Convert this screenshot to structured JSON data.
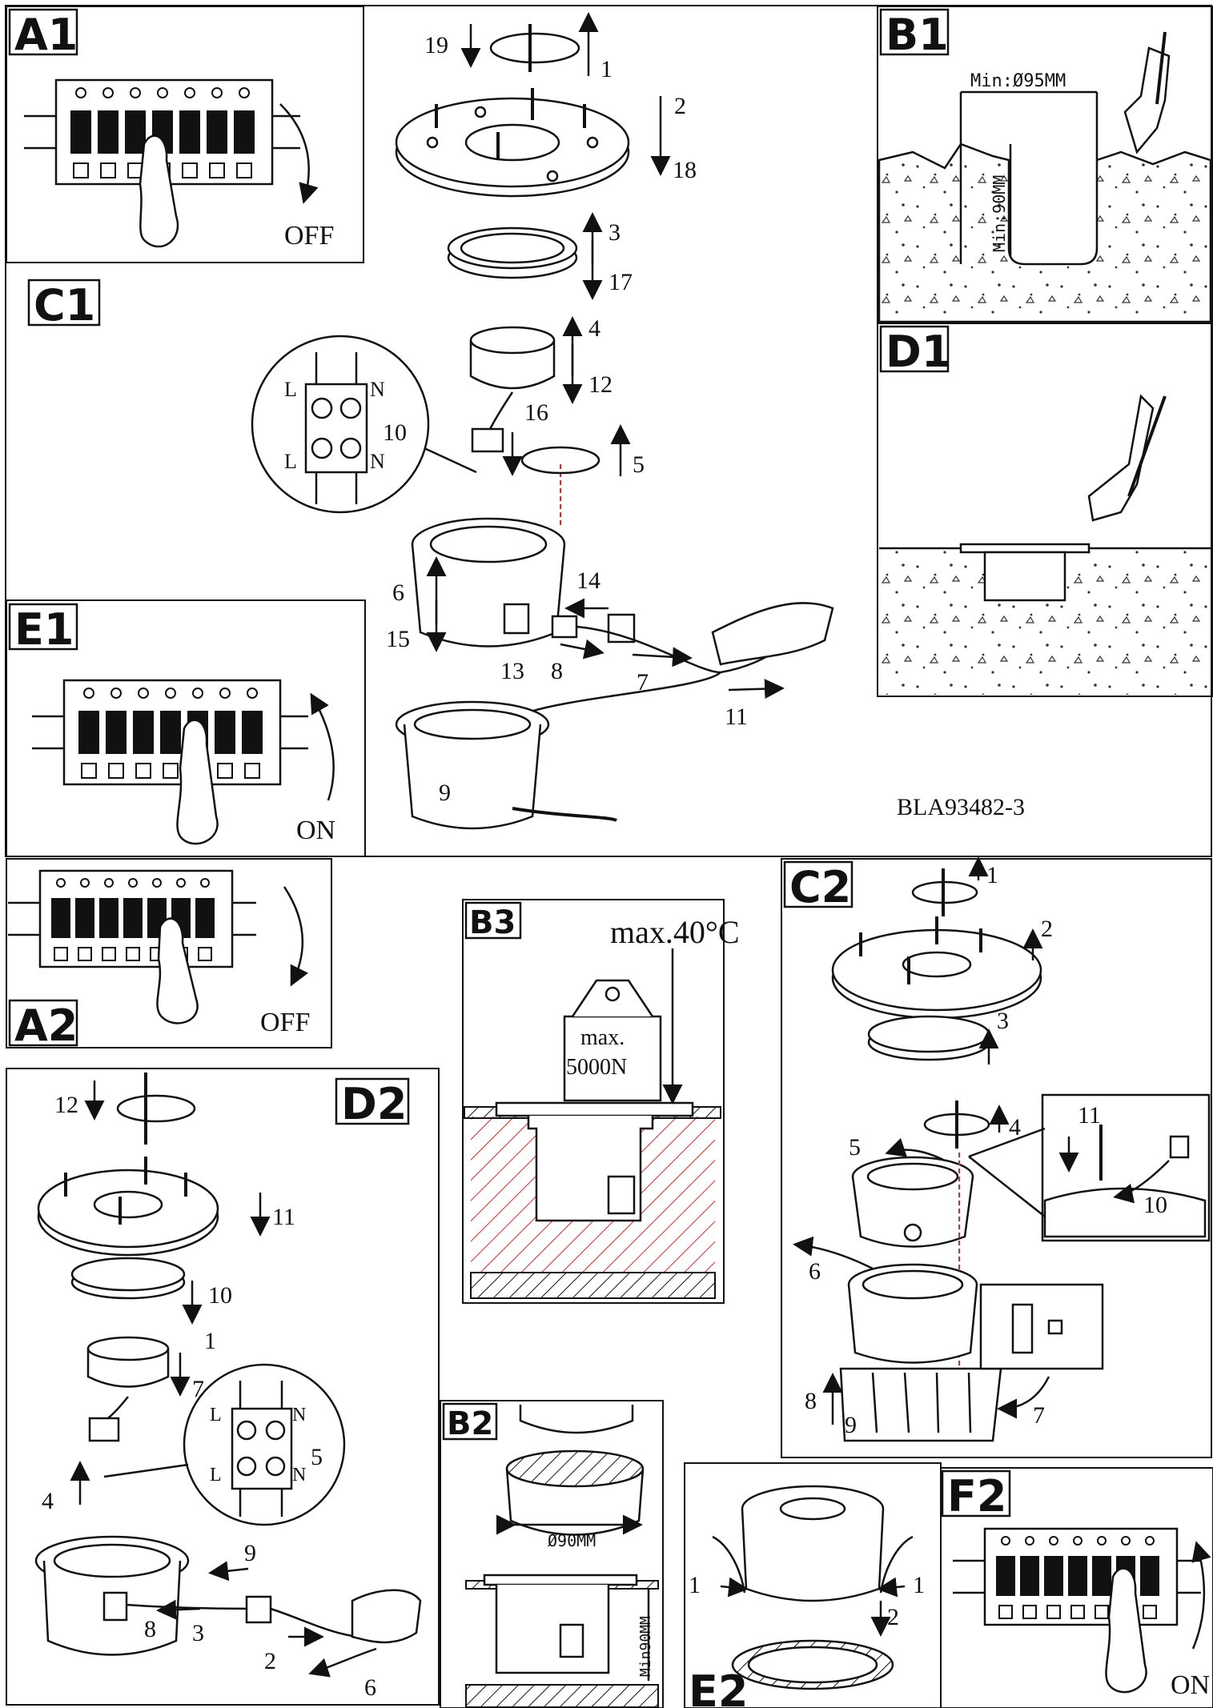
{
  "panels": {
    "A1": {
      "label": "A1",
      "state": "OFF"
    },
    "A2": {
      "label": "A2",
      "state": "OFF"
    },
    "B1": {
      "label": "B1",
      "diameter": "Min:Ø95MM",
      "depth": "Min:90MM"
    },
    "B2": {
      "label": "B2",
      "diameter": "Ø90MM",
      "depth": "Min90MM"
    },
    "B3": {
      "label": "B3",
      "temperature": "max.40°C",
      "load_line1": "max.",
      "load_line2": "5000N"
    },
    "C1": {
      "label": "C1",
      "steps": [
        "19",
        "1",
        "2",
        "18",
        "3",
        "17",
        "4",
        "12",
        "16",
        "10",
        "5",
        "6",
        "15",
        "14",
        "13",
        "8",
        "7",
        "11",
        "9"
      ],
      "terminal_L": "L",
      "terminal_N": "N"
    },
    "C2": {
      "label": "C2",
      "steps": [
        "1",
        "2",
        "3",
        "4",
        "5",
        "11",
        "10",
        "6",
        "7",
        "8",
        "9"
      ]
    },
    "D1": {
      "label": "D1"
    },
    "D2": {
      "label": "D2",
      "steps": [
        "12",
        "11",
        "10",
        "1",
        "7",
        "5",
        "4",
        "9",
        "8",
        "3",
        "2",
        "6"
      ],
      "terminal_L": "L",
      "terminal_N": "N"
    },
    "E1": {
      "label": "E1",
      "state": "ON"
    },
    "E2": {
      "label": "E2",
      "steps": [
        "1",
        "1",
        "2"
      ]
    },
    "F2": {
      "label": "F2",
      "state": "ON"
    }
  },
  "model_code": "BLA93482-3"
}
